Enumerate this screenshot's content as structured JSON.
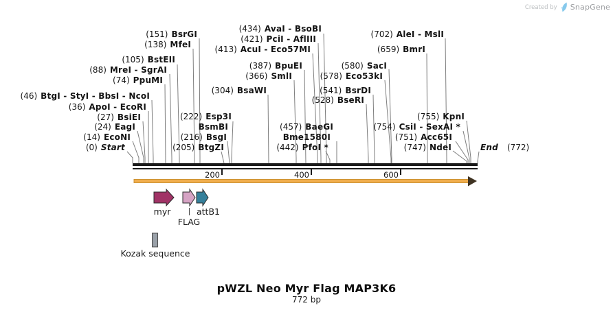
{
  "watermark": {
    "created_by": "Created by",
    "brand": "SnapGene"
  },
  "title": {
    "name": "pWZL Neo Myr Flag MAP3K6",
    "length": "772 bp"
  },
  "ruler": {
    "ticks": [
      "200",
      "400",
      "600"
    ]
  },
  "terminals": {
    "start_pos": "(0)",
    "start_label": "Start",
    "end_label": "End",
    "end_pos": "(772)"
  },
  "enzymes": [
    {
      "pos": "(14)",
      "name": "EcoNI"
    },
    {
      "pos": "(24)",
      "name": "EagI"
    },
    {
      "pos": "(27)",
      "name": "BsiEI"
    },
    {
      "pos": "(36)",
      "name": "ApoI - EcoRI"
    },
    {
      "pos": "(46)",
      "name": "BtgI - StyI - BbsI - NcoI"
    },
    {
      "pos": "(74)",
      "name": "PpuMI"
    },
    {
      "pos": "(88)",
      "name": "MreI - SgrAI"
    },
    {
      "pos": "(105)",
      "name": "BstEII"
    },
    {
      "pos": "(138)",
      "name": "MfeI"
    },
    {
      "pos": "(151)",
      "name": "BsrGI"
    },
    {
      "pos": "(205)",
      "name": "BtgZI"
    },
    {
      "pos": "(216)",
      "name": "BsgI"
    },
    {
      "pos": "",
      "name": "BsmBI"
    },
    {
      "pos": "(222)",
      "name": "Esp3I"
    },
    {
      "pos": "(304)",
      "name": "BsaWI"
    },
    {
      "pos": "(366)",
      "name": "SmlI"
    },
    {
      "pos": "(387)",
      "name": "BpuEI"
    },
    {
      "pos": "(413)",
      "name": "AcuI - Eco57MI"
    },
    {
      "pos": "(421)",
      "name": "PciI - AflIII"
    },
    {
      "pos": "(434)",
      "name": "AvaI - BsoBI"
    },
    {
      "pos": "(442)",
      "name": "PfoI *"
    },
    {
      "pos": "",
      "name": "Bme1580I"
    },
    {
      "pos": "(457)",
      "name": "BaeGI"
    },
    {
      "pos": "(528)",
      "name": "BseRI"
    },
    {
      "pos": "(541)",
      "name": "BsrDI"
    },
    {
      "pos": "(578)",
      "name": "Eco53kI"
    },
    {
      "pos": "(580)",
      "name": "SacI"
    },
    {
      "pos": "(659)",
      "name": "BmrI"
    },
    {
      "pos": "(702)",
      "name": "AleI - MslI"
    },
    {
      "pos": "(747)",
      "name": "NdeI"
    },
    {
      "pos": "(751)",
      "name": "Acc65I"
    },
    {
      "pos": "(754)",
      "name": "CsiI - SexAI *"
    },
    {
      "pos": "(755)",
      "name": "KpnI"
    }
  ],
  "features": [
    {
      "label": "myr"
    },
    {
      "label": "FLAG"
    },
    {
      "label": "attB1"
    },
    {
      "label": "Kozak sequence"
    }
  ],
  "colors": {
    "myr": "#a13366",
    "flag": "#d6a3c4",
    "attb1": "#35809b",
    "backbone": "#f1ae4e",
    "backbone_edge": "#cc9233",
    "backbone_head": "#3f3322",
    "kozak": "#9aa1a9",
    "snapgene_blue": "#86c9ec"
  }
}
